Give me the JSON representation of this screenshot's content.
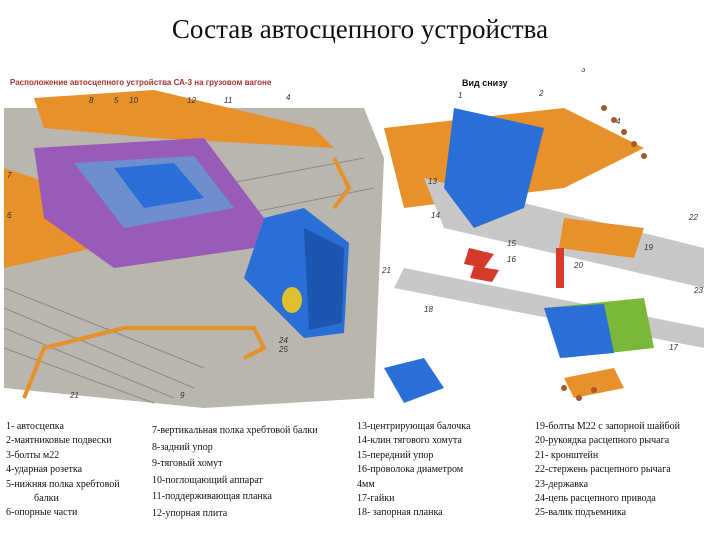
{
  "title": "Состав автосцепного устройства",
  "figure": {
    "caption": "Расположение автосцепного устройства СА-3 на грузовом вагоне",
    "view_label": "Вид снизу",
    "callouts": [
      "8",
      "5",
      "10",
      "12",
      "11",
      "4",
      "1",
      "2",
      "3",
      "4",
      "7",
      "6",
      "13",
      "14",
      "21",
      "15",
      "16",
      "20",
      "22",
      "23",
      "24",
      "25",
      "19",
      "18",
      "17",
      "9",
      "21"
    ]
  },
  "legend": {
    "col1": [
      "1- автосцепка",
      "2-маятниковые подвески",
      "3-болты м22",
      "4-ударная розетка",
      "5-нижняя полка хребтовой",
      "балки",
      "6-опорные части"
    ],
    "col2": [
      "7-вертикальная полка хребтовой балки",
      "8-задний упор",
      "9-тяговый хомут",
      "10-поглощающий аппарат",
      "11-поддерживающая планка",
      "12-упорная плита"
    ],
    "col3": [
      "13-центрирующая балочка",
      "14-клин тягового хомута",
      "15-передний упор",
      "16-проволока диаметром",
      "4мм",
      "17-гайки",
      "18- запорная планка"
    ],
    "col4": [
      "19-болты М22 с запорной шайбой",
      "20-рукоядка расцепного рычага",
      "21- кронштейн",
      "22-стержень расцепного рычага",
      "23-державка",
      "24-цепь расцепного привода",
      "25-валик подъемника"
    ]
  },
  "colors": {
    "wood": "#e8902a",
    "steel": "#b8b8b8",
    "purple": "#9a5ab8",
    "blue": "#2a6fd6",
    "green": "#7ab83a",
    "red": "#d63a2a",
    "line": "#c0392b"
  }
}
